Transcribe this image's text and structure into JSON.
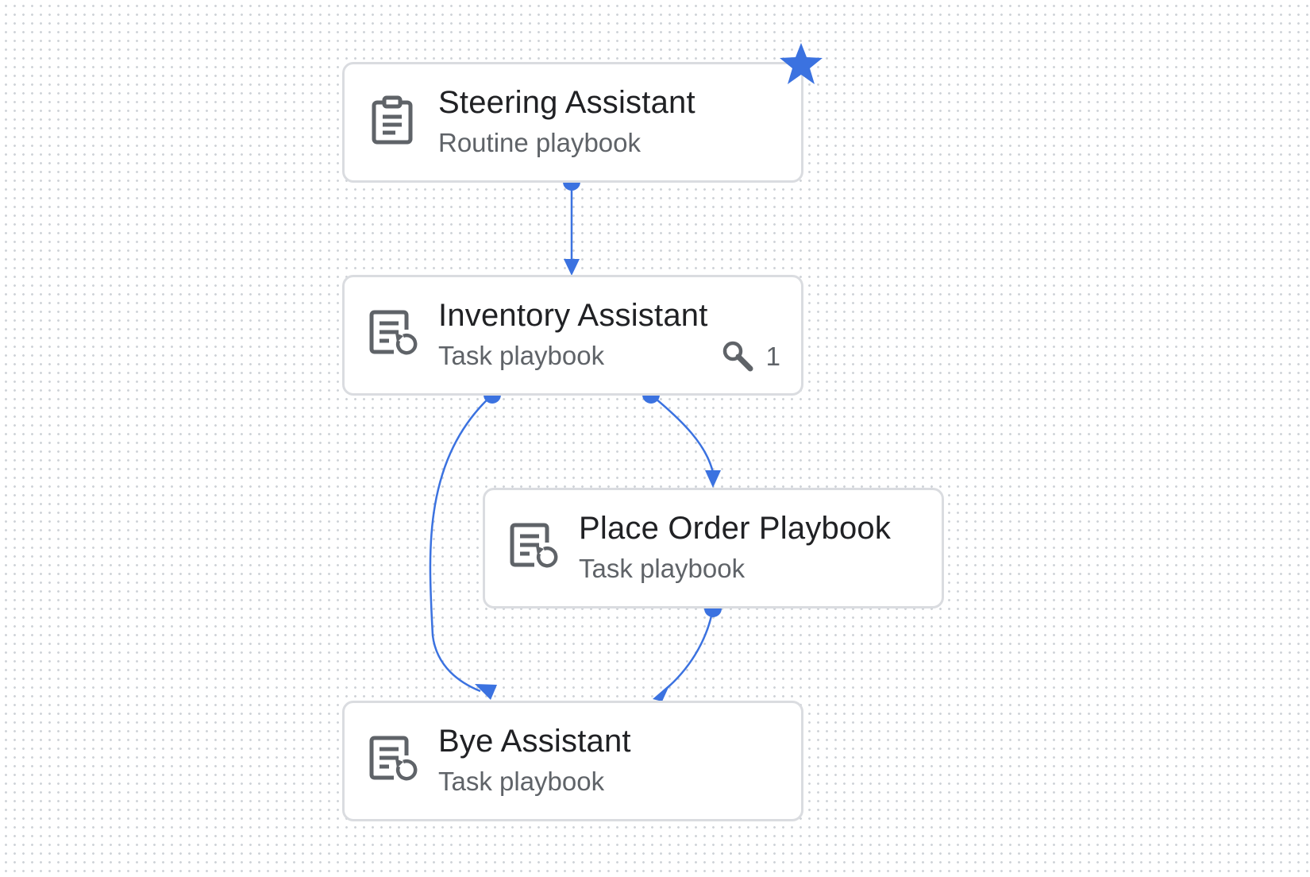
{
  "theme": {
    "accent": "#3b72e0",
    "node_border": "#dadce0",
    "title_color": "#202124",
    "subtitle_color": "#5f6368",
    "icon_color": "#5f6368"
  },
  "nodes": [
    {
      "id": "steering",
      "title": "Steering Assistant",
      "subtitle": "Routine playbook",
      "icon": "clipboard-icon",
      "is_start": true,
      "start_icon": "star-icon"
    },
    {
      "id": "inventory",
      "title": "Inventory Assistant",
      "subtitle": "Task playbook",
      "icon": "task-playbook-icon",
      "tools": {
        "icon": "wrench-icon",
        "count": "1"
      }
    },
    {
      "id": "place_order",
      "title": "Place Order Playbook",
      "subtitle": "Task playbook",
      "icon": "task-playbook-icon"
    },
    {
      "id": "bye",
      "title": "Bye Assistant",
      "subtitle": "Task playbook",
      "icon": "task-playbook-icon"
    }
  ],
  "edges": [
    {
      "from": "steering",
      "to": "inventory"
    },
    {
      "from": "inventory",
      "to": "place_order"
    },
    {
      "from": "inventory",
      "to": "bye"
    },
    {
      "from": "place_order",
      "to": "bye"
    }
  ]
}
